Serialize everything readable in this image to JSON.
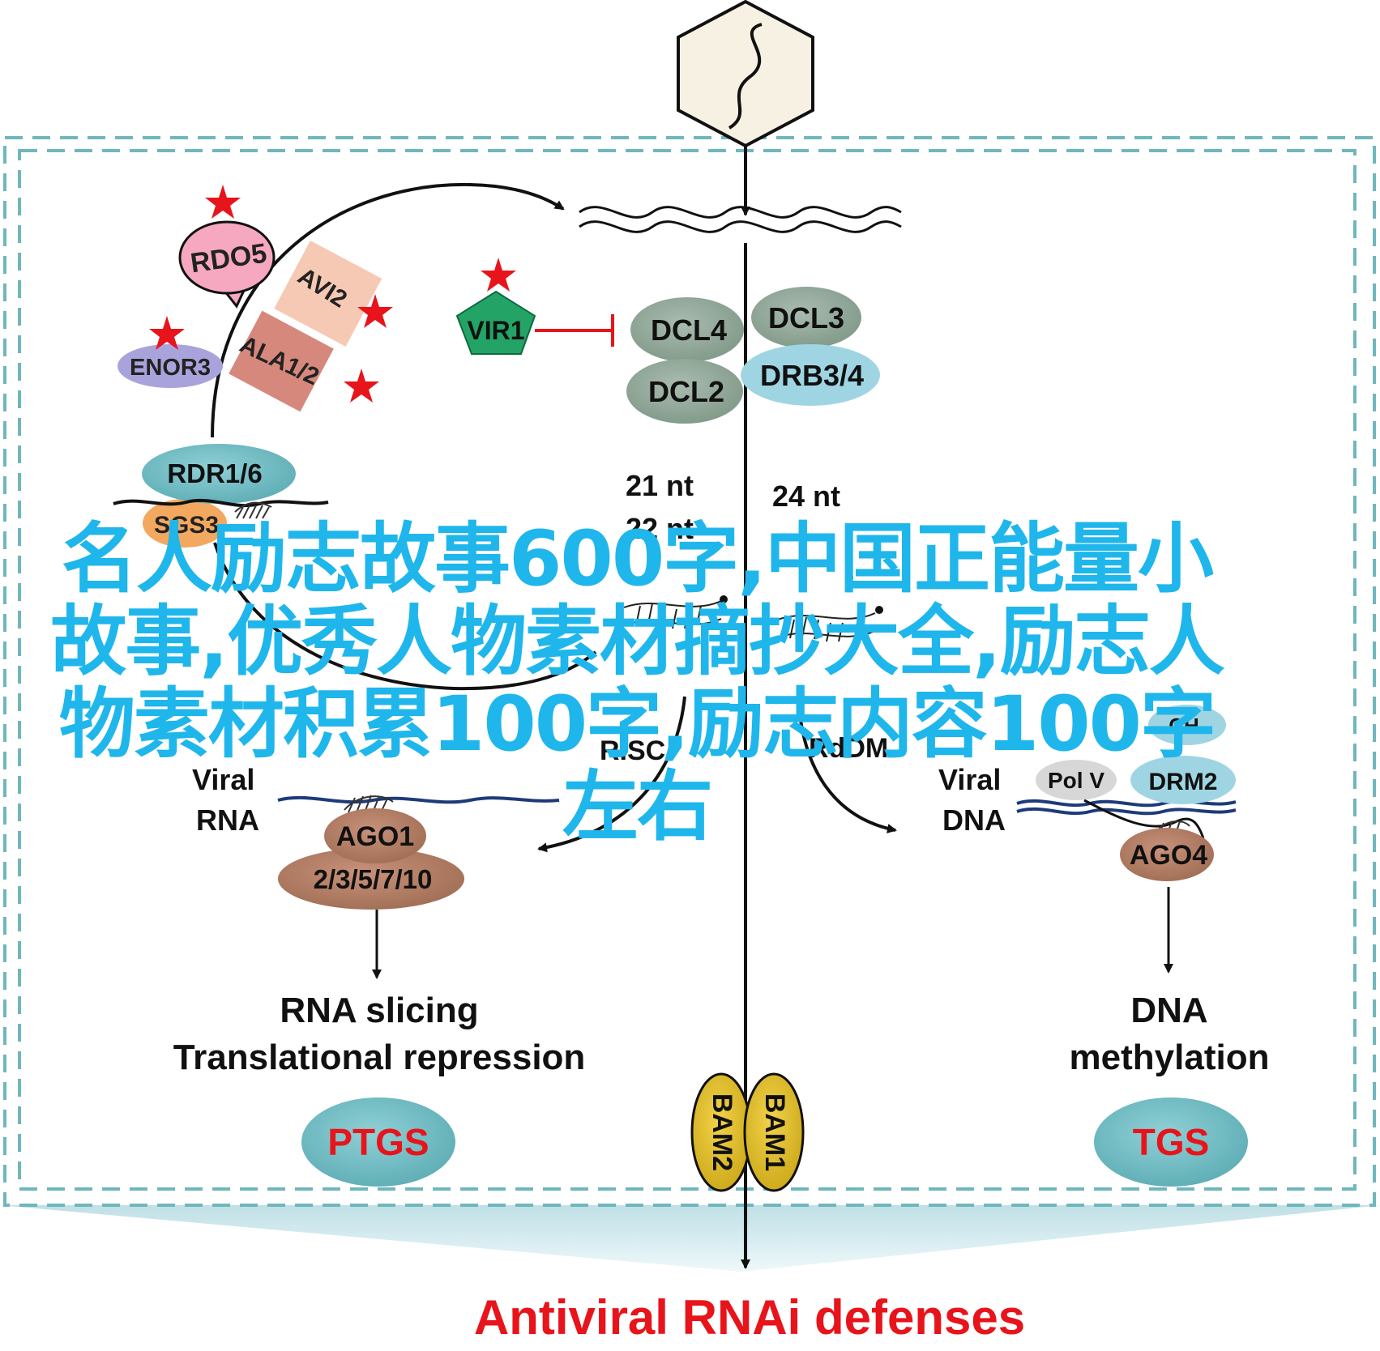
{
  "diagram": {
    "rdr": "RDR1/6",
    "sgs": "SGS3",
    "rdo5": "RDO5",
    "avi2": "AVI2",
    "ala": "ALA1/2",
    "enor3": "ENOR3",
    "vir1": "VIR1",
    "dcl4": "DCL4",
    "dcl3": "DCL3",
    "dcl2": "DCL2",
    "drb": "DRB3/4",
    "nt21": "21 nt",
    "nt22": "22 nt",
    "nt24": "24 nt",
    "risc": "RISC",
    "rddm": "RdDM",
    "ch3": "CH₃",
    "viral_rna": [
      "Viral",
      "RNA"
    ],
    "viral_dna": [
      "Viral",
      "DNA"
    ],
    "ago1": "AGO1",
    "ago_family": "2/3/5/7/10",
    "pol_v": "Pol V",
    "drm2": "DRM2",
    "ago4": "AGO4",
    "rna_slicing": "RNA slicing",
    "translational": "Translational repression",
    "dna_meth": [
      "DNA",
      "methylation"
    ],
    "ptgs": "PTGS",
    "tgs": "TGS",
    "bam2": "BAM2",
    "bam1": "BAM1",
    "antiviral": "Antiviral RNAi defenses"
  },
  "overlay_title": "名人励志故事600字,中国正能量小故事,优秀人物素材摘抄大全,励志人物素材积累100字,励志内容100字左右",
  "colors": {
    "frame": "#6fb7bd",
    "title_overlay": "#1fb6ec",
    "red": "#e8141b",
    "teal": "#6ab9bf",
    "green_gray": "#8fa595",
    "brown": "#b07c62"
  }
}
